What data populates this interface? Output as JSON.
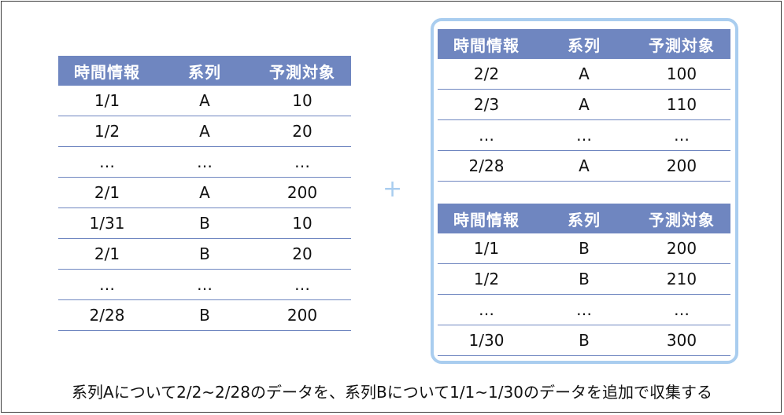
{
  "headers": [
    "時間情報",
    "系列",
    "予測対象"
  ],
  "left_table": {
    "rows": [
      [
        "1/1",
        "A",
        "10"
      ],
      [
        "1/2",
        "A",
        "20"
      ],
      [
        "…",
        "…",
        "…"
      ],
      [
        "2/1",
        "A",
        "200"
      ],
      [
        "1/31",
        "B",
        "10"
      ],
      [
        "2/1",
        "B",
        "20"
      ],
      [
        "…",
        "…",
        "…"
      ],
      [
        "2/28",
        "B",
        "200"
      ]
    ]
  },
  "plus_symbol": "+",
  "right_top_table": {
    "rows": [
      [
        "2/2",
        "A",
        "100"
      ],
      [
        "2/3",
        "A",
        "110"
      ],
      [
        "…",
        "…",
        "…"
      ],
      [
        "2/28",
        "A",
        "200"
      ]
    ]
  },
  "right_bottom_table": {
    "rows": [
      [
        "1/1",
        "B",
        "200"
      ],
      [
        "1/2",
        "B",
        "210"
      ],
      [
        "…",
        "…",
        "…"
      ],
      [
        "1/30",
        "B",
        "300"
      ]
    ]
  },
  "caption": "系列Aについて2/2~2/28のデータを、系列Bについて1/1~1/30のデータを追加で収集する",
  "colors": {
    "header_bg": "#6f86c0",
    "group_border": "#a9cdef",
    "plus": "#a9cdef"
  }
}
